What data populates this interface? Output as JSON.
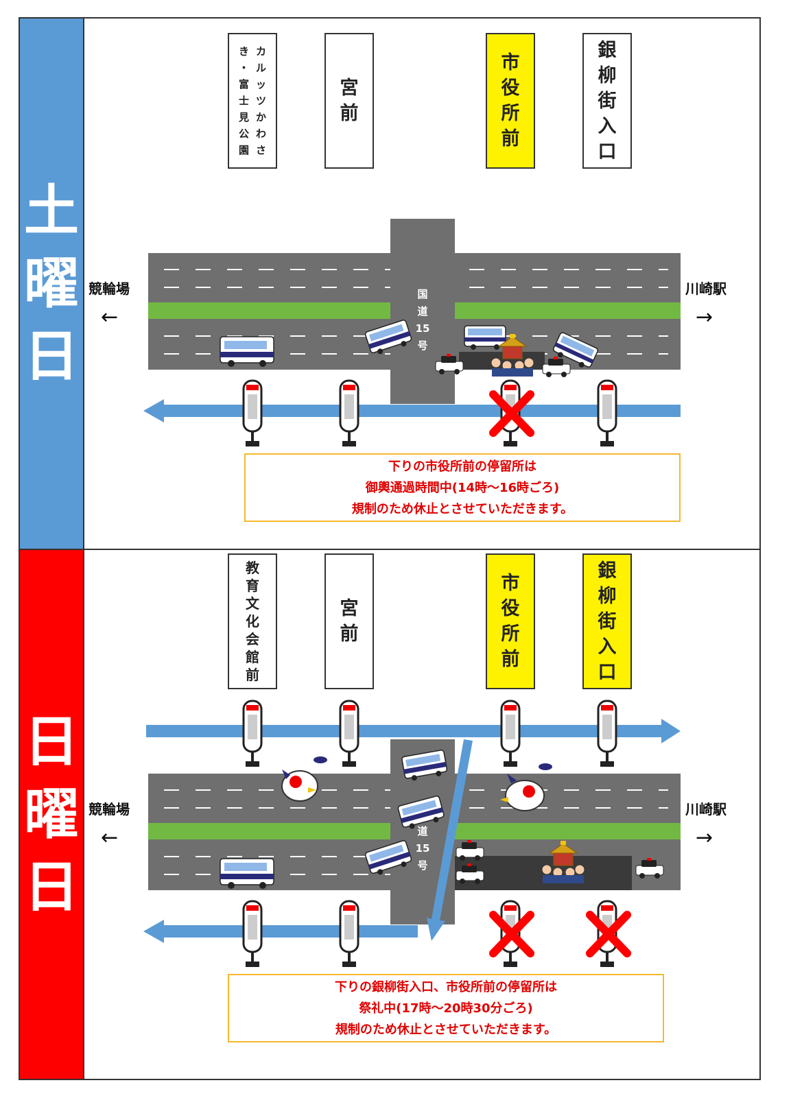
{
  "saturday": {
    "day_chars": [
      "土",
      "曜",
      "日"
    ],
    "day_color": "#5b9bd5",
    "stops": {
      "s1": {
        "col_right": [
          "カ",
          "ル",
          "ッ",
          "ツ",
          "か",
          "わ",
          "さ"
        ],
        "col_left": [
          "き",
          "・",
          "富",
          "士",
          "見",
          "公",
          "園"
        ]
      },
      "s2": [
        "宮",
        "前"
      ],
      "s3": [
        "市",
        "役",
        "所",
        "前"
      ],
      "s4": [
        "銀",
        "柳",
        "街",
        "入",
        "口"
      ]
    },
    "route_chars": [
      "国",
      "道",
      "15",
      "号"
    ],
    "left_dest": "競輪場",
    "right_dest": "川崎駅",
    "left_arrow": "←",
    "right_arrow": "→",
    "notice": [
      "下りの市役所前の停留所は",
      "御輿通過時間中(14時～16時ごろ)",
      "規制のため休止とさせていただきます。"
    ]
  },
  "sunday": {
    "day_chars": [
      "日",
      "曜",
      "日"
    ],
    "day_color": "#ff0000",
    "stops": {
      "s1": [
        "教",
        "育",
        "文",
        "化",
        "会",
        "館",
        "前"
      ],
      "s2": [
        "宮",
        "前"
      ],
      "s3": [
        "市",
        "役",
        "所",
        "前"
      ],
      "s4": [
        "銀",
        "柳",
        "街",
        "入",
        "口"
      ]
    },
    "route_chars": [
      "道",
      "15",
      "号"
    ],
    "left_dest": "競輪場",
    "right_dest": "川崎駅",
    "left_arrow": "←",
    "right_arrow": "→",
    "notice": [
      "下りの銀柳街入口、市役所前の停留所は",
      "祭礼中(17時～20時30分ごろ)",
      "規制のため休止とさせていただきます。"
    ]
  },
  "colors": {
    "arrow": "#5b9bd5",
    "cross": "#ff0000",
    "road": "#6f6f6f",
    "median": "#72b943",
    "highlight": "#fff200",
    "notice_border": "#f5b82e",
    "notice_text": "#e00000"
  }
}
